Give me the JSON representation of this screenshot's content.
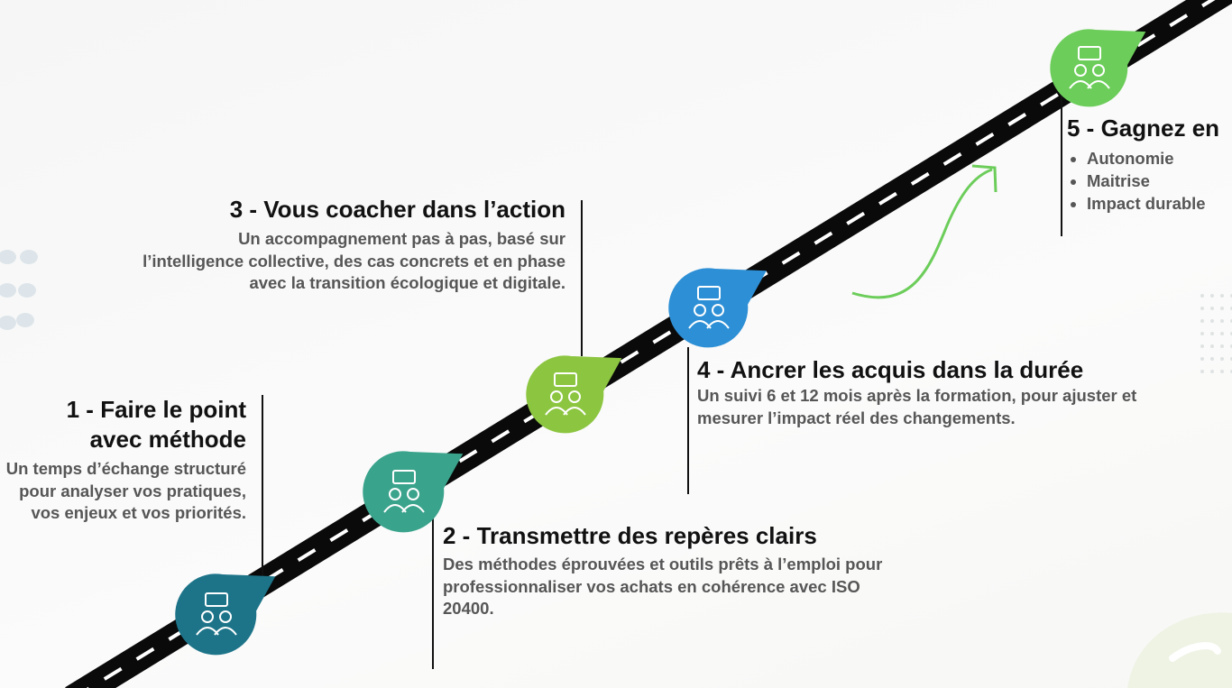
{
  "steps": [
    {
      "title_line1": "1 - Faire le point",
      "title_line2": "avec méthode",
      "body": "Un temps d’échange structuré pour analyser vos pratiques, vos enjeux et vos priorités.",
      "icon": "discussion-icon",
      "color": "#1d7489"
    },
    {
      "title": "2 - Transmettre des repères clairs",
      "body": "Des méthodes éprouvées et outils prêts à l’emploi pour professionnaliser vos achats en cohérence avec ISO 20400.",
      "icon": "growth-stairs-icon",
      "color": "#3aa38c"
    },
    {
      "title": "3 - Vous coacher dans l’action",
      "body": "Un accompagnement pas à pas, basé sur l’intelligence collective, des cas concrets et en phase avec la transition écologique et digitale.",
      "icon": "team-check-icon",
      "color": "#8cc540"
    },
    {
      "title": "4 - Ancrer les acquis dans la durée",
      "body": "Un suivi 6 et 12 mois après la formation, pour ajuster et mesurer l’impact réel des changements.",
      "icon": "helping-hand-icon",
      "color": "#2d8fd5"
    },
    {
      "title": "5 - Gagnez en",
      "bullets": [
        "Autonomie",
        "Maitrise",
        "Impact durable"
      ],
      "icon": "empowerment-icon",
      "color": "#6ccd5a"
    }
  ]
}
